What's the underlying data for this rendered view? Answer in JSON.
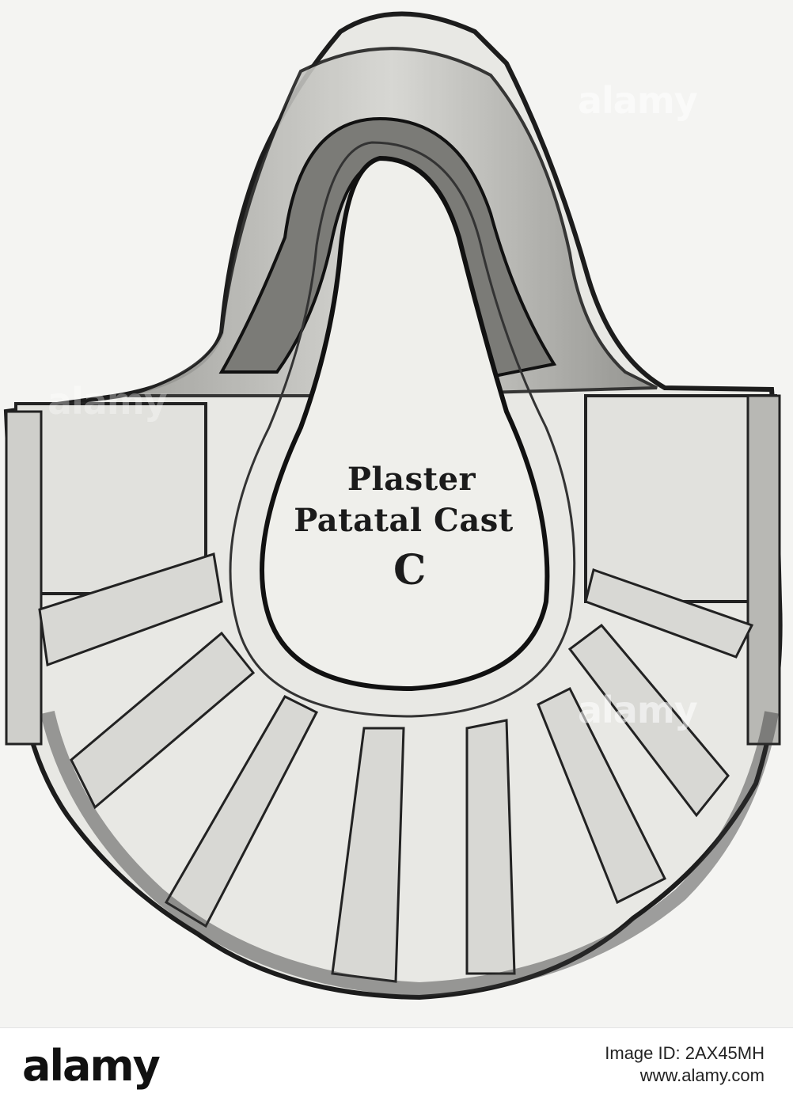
{
  "illustration": {
    "label_line1": "Plaster",
    "label_line2": "Patatal Cast",
    "label_line3": "C"
  },
  "watermark": {
    "text": "alamy"
  },
  "footer": {
    "logo": "alamy",
    "image_id": "Image ID: 2AX45MH",
    "url": "www.alamy.com"
  },
  "colors": {
    "paper": "#f4f4f2",
    "ink": "#1b1b1b"
  }
}
